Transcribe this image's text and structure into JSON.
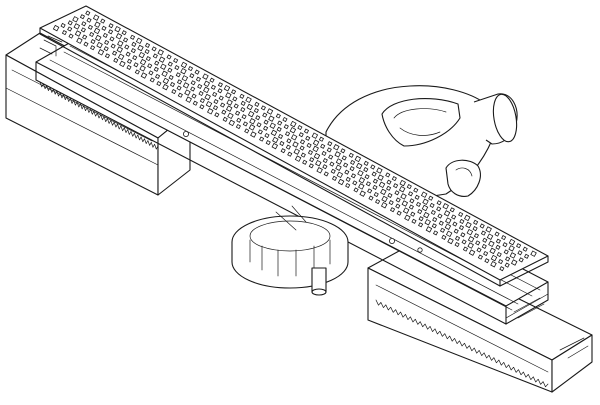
{
  "diagram": {
    "perforation": {
      "rows": 6,
      "cols": 62
    },
    "foam_hatch_teeth": 70
  }
}
